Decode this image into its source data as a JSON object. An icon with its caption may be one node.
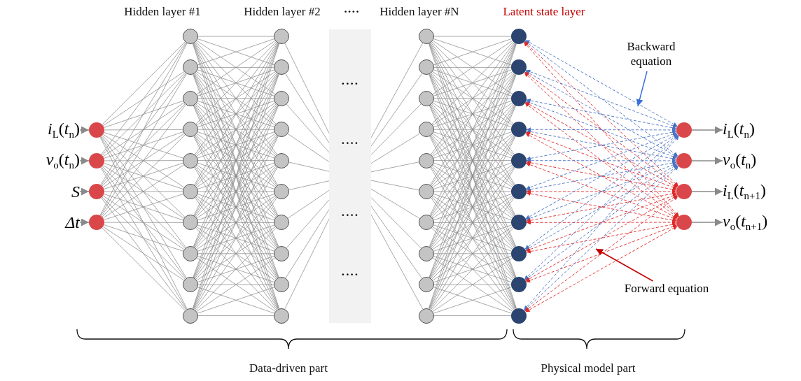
{
  "diagram": {
    "nodes": [
      {
        "text": [
          "*i*$_{L}$(*t*$_{n}$)"
        ]
      },
      {
        "text": [
          "*v*$_{o}$(*t*$_{n}$)"
        ]
      },
      {
        "text": [
          "*S*"
        ]
      },
      {
        "text": [
          "*Δt*"
        ]
      },
      {
        "text": [],
        "shape": "circle"
      },
      {
        "text": [],
        "shape": "circle"
      },
      {
        "text": [],
        "shape": "circle"
      },
      {
        "text": [],
        "shape": "circle"
      },
      {
        "text": [],
        "shape": "circle"
      },
      {
        "text": [],
        "shape": "circle"
      },
      {
        "text": [],
        "shape": "circle"
      },
      {
        "text": [],
        "shape": "circle"
      },
      {
        "text": [],
        "shape": "circle"
      },
      {
        "text": [],
        "shape": "circle"
      },
      {
        "text": [],
        "shape": "circle"
      },
      {
        "text": [],
        "shape": "circle"
      },
      {
        "text": [],
        "shape": "circle"
      },
      {
        "text": [],
        "shape": "circle"
      },
      {
        "text": [],
        "shape": "circle"
      },
      {
        "text": [],
        "shape": "circle"
      },
      {
        "text": [],
        "shape": "circle"
      },
      {
        "text": [],
        "shape": "circle"
      },
      {
        "text": [],
        "shape": "circle"
      },
      {
        "text": [],
        "shape": "circle"
      },
      {
        "text": [],
        "shape": "circle"
      },
      {
        "text": [],
        "shape": "circle"
      },
      {
        "text": [],
        "shape": "circle"
      },
      {
        "text": [],
        "shape": "circle"
      },
      {
        "text": [
          "····",
          "····",
          "····",
          "····"
        ]
      },
      {
        "text": [],
        "shape": "circle"
      },
      {
        "text": [],
        "shape": "circle"
      },
      {
        "text": [],
        "shape": "circle"
      },
      {
        "text": [],
        "shape": "circle"
      },
      {
        "text": [],
        "shape": "circle"
      },
      {
        "text": [],
        "shape": "circle"
      },
      {
        "text": [],
        "shape": "circle"
      },
      {
        "text": [],
        "shape": "circle"
      },
      {
        "text": [],
        "shape": "circle"
      },
      {
        "text": [],
        "shape": "circle"
      },
      {
        "text": [],
        "shape": "circle"
      },
      {
        "text": [],
        "shape": "circle"
      },
      {
        "text": [],
        "shape": "circle"
      },
      {
        "text": [],
        "shape": "circle"
      },
      {
        "text": [],
        "shape": "circle"
      },
      {
        "text": [],
        "shape": "circle"
      },
      {
        "text": [],
        "shape": "circle"
      },
      {
        "text": [],
        "shape": "circle"
      },
      {
        "text": [],
        "shape": "circle"
      },
      {
        "text": [],
        "shape": "circle"
      },
      {
        "text": [],
        "shape": "circle"
      },
      {
        "text": [],
        "shape": "circle"
      },
      {
        "text": [],
        "shape": "circle"
      },
      {
        "text": [],
        "shape": "circle"
      },
      {
        "text": [
          "*i*$_{L}$(*t*$_{n}$)"
        ]
      },
      {
        "text": [
          "*v*$_{o}$(*t*$_{n}$)"
        ]
      },
      {
        "text": [
          "*i*$_{L}$(*t*$_{n+1}$)"
        ]
      },
      {
        "text": [
          "*v*$_{o}$(*t*$_{n+1}$)"
        ]
      },
      {
        "text": [
          "Backward equation"
        ]
      },
      {
        "text": [
          "Forward equation"
        ]
      }
    ],
    "edges": [
      {
        "from": 0,
        "to": 4,
        "arrow": "to"
      },
      {
        "from": 1,
        "to": 5,
        "arrow": "to"
      },
      {
        "from": 2,
        "to": 6,
        "arrow": "to"
      },
      {
        "from": 3,
        "to": 7,
        "arrow": "to"
      },
      {
        "from": 4,
        "to": 8,
        "arrow": "none"
      },
      {
        "from": 4,
        "to": 9,
        "arrow": "none"
      },
      {
        "from": 4,
        "to": 10,
        "arrow": "none"
      },
      {
        "from": 4,
        "to": 11,
        "arrow": "none"
      },
      {
        "from": 4,
        "to": 12,
        "arrow": "none"
      },
      {
        "from": 4,
        "to": 13,
        "arrow": "none"
      },
      {
        "from": 4,
        "to": 14,
        "arrow": "none"
      },
      {
        "from": 4,
        "to": 15,
        "arrow": "none"
      },
      {
        "from": 4,
        "to": 16,
        "arrow": "none"
      },
      {
        "from": 4,
        "to": 17,
        "arrow": "none"
      },
      {
        "from": 5,
        "to": 8,
        "arrow": "none"
      },
      {
        "from": 5,
        "to": 9,
        "arrow": "none"
      },
      {
        "from": 5,
        "to": 10,
        "arrow": "none"
      },
      {
        "from": 5,
        "to": 11,
        "arrow": "none"
      },
      {
        "from": 5,
        "to": 12,
        "arrow": "none"
      },
      {
        "from": 5,
        "to": 13,
        "arrow": "none"
      },
      {
        "from": 5,
        "to": 14,
        "arrow": "none"
      },
      {
        "from": 5,
        "to": 15,
        "arrow": "none"
      },
      {
        "from": 5,
        "to": 16,
        "arrow": "none"
      },
      {
        "from": 5,
        "to": 17,
        "arrow": "none"
      },
      {
        "from": 6,
        "to": 8,
        "arrow": "none"
      },
      {
        "from": 6,
        "to": 9,
        "arrow": "none"
      },
      {
        "from": 6,
        "to": 10,
        "arrow": "none"
      },
      {
        "from": 6,
        "to": 11,
        "arrow": "none"
      },
      {
        "from": 6,
        "to": 12,
        "arrow": "none"
      },
      {
        "from": 6,
        "to": 13,
        "arrow": "none"
      },
      {
        "from": 6,
        "to": 14,
        "arrow": "none"
      },
      {
        "from": 6,
        "to": 15,
        "arrow": "none"
      },
      {
        "from": 6,
        "to": 16,
        "arrow": "none"
      },
      {
        "from": 6,
        "to": 17,
        "arrow": "none"
      },
      {
        "from": 7,
        "to": 8,
        "arrow": "none"
      },
      {
        "from": 7,
        "to": 9,
        "arrow": "none"
      },
      {
        "from": 7,
        "to": 10,
        "arrow": "none"
      },
      {
        "from": 7,
        "to": 11,
        "arrow": "none"
      },
      {
        "from": 7,
        "to": 12,
        "arrow": "none"
      },
      {
        "from": 7,
        "to": 13,
        "arrow": "none"
      },
      {
        "from": 7,
        "to": 14,
        "arrow": "none"
      },
      {
        "from": 7,
        "to": 15,
        "arrow": "none"
      },
      {
        "from": 7,
        "to": 16,
        "arrow": "none"
      },
      {
        "from": 7,
        "to": 17,
        "arrow": "none"
      },
      {
        "from": 8,
        "to": 18,
        "arrow": "none"
      },
      {
        "from": 8,
        "to": 19,
        "arrow": "none"
      },
      {
        "from": 8,
        "to": 20,
        "arrow": "none"
      },
      {
        "from": 8,
        "to": 21,
        "arrow": "none"
      },
      {
        "from": 8,
        "to": 22,
        "arrow": "none"
      },
      {
        "from": 8,
        "to": 23,
        "arrow": "none"
      },
      {
        "from": 8,
        "to": 24,
        "arrow": "none"
      },
      {
        "from": 8,
        "to": 25,
        "arrow": "none"
      },
      {
        "from": 8,
        "to": 26,
        "arrow": "none"
      },
      {
        "from": 8,
        "to": 27,
        "arrow": "none"
      },
      {
        "from": 9,
        "to": 18,
        "arrow": "none"
      },
      {
        "from": 9,
        "to": 19,
        "arrow": "none"
      },
      {
        "from": 9,
        "to": 20,
        "arrow": "none"
      },
      {
        "from": 9,
        "to": 21,
        "arrow": "none"
      },
      {
        "from": 9,
        "to": 22,
        "arrow": "none"
      },
      {
        "from": 9,
        "to": 23,
        "arrow": "none"
      },
      {
        "from": 9,
        "to": 24,
        "arrow": "none"
      },
      {
        "from": 9,
        "to": 25,
        "arrow": "none"
      },
      {
        "from": 9,
        "to": 26,
        "arrow": "none"
      },
      {
        "from": 9,
        "to": 27,
        "arrow": "none"
      },
      {
        "from": 10,
        "to": 18,
        "arrow": "none"
      },
      {
        "from": 10,
        "to": 19,
        "arrow": "none"
      },
      {
        "from": 10,
        "to": 20,
        "arrow": "none"
      },
      {
        "from": 10,
        "to": 21,
        "arrow": "none"
      },
      {
        "from": 10,
        "to": 22,
        "arrow": "none"
      },
      {
        "from": 10,
        "to": 23,
        "arrow": "none"
      },
      {
        "from": 10,
        "to": 24,
        "arrow": "none"
      },
      {
        "from": 10,
        "to": 25,
        "arrow": "none"
      },
      {
        "from": 10,
        "to": 26,
        "arrow": "none"
      },
      {
        "from": 10,
        "to": 27,
        "arrow": "none"
      },
      {
        "from": 11,
        "to": 18,
        "arrow": "none"
      },
      {
        "from": 11,
        "to": 19,
        "arrow": "none"
      },
      {
        "from": 11,
        "to": 20,
        "arrow": "none"
      },
      {
        "from": 11,
        "to": 21,
        "arrow": "none"
      },
      {
        "from": 11,
        "to": 22,
        "arrow": "none"
      },
      {
        "from": 11,
        "to": 23,
        "arrow": "none"
      },
      {
        "from": 11,
        "to": 24,
        "arrow": "none"
      },
      {
        "from": 11,
        "to": 25,
        "arrow": "none"
      },
      {
        "from": 11,
        "to": 26,
        "arrow": "none"
      },
      {
        "from": 11,
        "to": 27,
        "arrow": "none"
      },
      {
        "from": 12,
        "to": 18,
        "arrow": "none"
      },
      {
        "from": 12,
        "to": 19,
        "arrow": "none"
      },
      {
        "from": 12,
        "to": 20,
        "arrow": "none"
      },
      {
        "from": 12,
        "to": 21,
        "arrow": "none"
      },
      {
        "from": 12,
        "to": 22,
        "arrow": "none"
      },
      {
        "from": 12,
        "to": 23,
        "arrow": "none"
      },
      {
        "from": 12,
        "to": 24,
        "arrow": "none"
      },
      {
        "from": 12,
        "to": 25,
        "arrow": "none"
      },
      {
        "from": 12,
        "to": 26,
        "arrow": "none"
      },
      {
        "from": 12,
        "to": 27,
        "arrow": "none"
      },
      {
        "from": 13,
        "to": 18,
        "arrow": "none"
      },
      {
        "from": 13,
        "to": 19,
        "arrow": "none"
      },
      {
        "from": 13,
        "to": 20,
        "arrow": "none"
      },
      {
        "from": 13,
        "to": 21,
        "arrow": "none"
      },
      {
        "from": 13,
        "to": 22,
        "arrow": "none"
      },
      {
        "from": 13,
        "to": 23,
        "arrow": "none"
      },
      {
        "from": 13,
        "to": 24,
        "arrow": "none"
      },
      {
        "from": 13,
        "to": 25,
        "arrow": "none"
      },
      {
        "from": 13,
        "to": 26,
        "arrow": "none"
      },
      {
        "from": 13,
        "to": 27,
        "arrow": "none"
      },
      {
        "from": 14,
        "to": 18,
        "arrow": "none"
      },
      {
        "from": 14,
        "to": 19,
        "arrow": "none"
      },
      {
        "from": 14,
        "to": 20,
        "arrow": "none"
      },
      {
        "from": 14,
        "to": 21,
        "arrow": "none"
      },
      {
        "from": 14,
        "to": 22,
        "arrow": "none"
      },
      {
        "from": 14,
        "to": 23,
        "arrow": "none"
      },
      {
        "from": 14,
        "to": 24,
        "arrow": "none"
      },
      {
        "from": 14,
        "to": 25,
        "arrow": "none"
      },
      {
        "from": 14,
        "to": 26,
        "arrow": "none"
      },
      {
        "from": 14,
        "to": 27,
        "arrow": "none"
      },
      {
        "from": 15,
        "to": 18,
        "arrow": "none"
      },
      {
        "from": 15,
        "to": 19,
        "arrow": "none"
      },
      {
        "from": 15,
        "to": 20,
        "arrow": "none"
      },
      {
        "from": 15,
        "to": 21,
        "arrow": "none"
      },
      {
        "from": 15,
        "to": 22,
        "arrow": "none"
      },
      {
        "from": 15,
        "to": 23,
        "arrow": "none"
      },
      {
        "from": 15,
        "to": 24,
        "arrow": "none"
      },
      {
        "from": 15,
        "to": 25,
        "arrow": "none"
      },
      {
        "from": 15,
        "to": 26,
        "arrow": "none"
      },
      {
        "from": 15,
        "to": 27,
        "arrow": "none"
      },
      {
        "from": 16,
        "to": 18,
        "arrow": "none"
      },
      {
        "from": 16,
        "to": 19,
        "arrow": "none"
      },
      {
        "from": 16,
        "to": 20,
        "arrow": "none"
      },
      {
        "from": 16,
        "to": 21,
        "arrow": "none"
      },
      {
        "from": 16,
        "to": 22,
        "arrow": "none"
      },
      {
        "from": 16,
        "to": 23,
        "arrow": "none"
      },
      {
        "from": 16,
        "to": 24,
        "arrow": "none"
      },
      {
        "from": 16,
        "to": 25,
        "arrow": "none"
      },
      {
        "from": 16,
        "to": 26,
        "arrow": "none"
      },
      {
        "from": 16,
        "to": 27,
        "arrow": "none"
      },
      {
        "from": 17,
        "to": 18,
        "arrow": "none"
      },
      {
        "from": 17,
        "to": 19,
        "arrow": "none"
      },
      {
        "from": 17,
        "to": 20,
        "arrow": "none"
      },
      {
        "from": 17,
        "to": 21,
        "arrow": "none"
      },
      {
        "from": 17,
        "to": 22,
        "arrow": "none"
      },
      {
        "from": 17,
        "to": 23,
        "arrow": "none"
      },
      {
        "from": 17,
        "to": 24,
        "arrow": "none"
      },
      {
        "from": 17,
        "to": 25,
        "arrow": "none"
      },
      {
        "from": 17,
        "to": 26,
        "arrow": "none"
      },
      {
        "from": 17,
        "to": 27,
        "arrow": "none"
      },
      {
        "from": 18,
        "to": 28,
        "arrow": "none"
      },
      {
        "from": 19,
        "to": 28,
        "arrow": "none"
      },
      {
        "from": 20,
        "to": 28,
        "arrow": "none"
      },
      {
        "from": 21,
        "to": 28,
        "arrow": "none"
      },
      {
        "from": 22,
        "to": 28,
        "arrow": "none"
      },
      {
        "from": 23,
        "to": 28,
        "arrow": "none"
      },
      {
        "from": 24,
        "to": 28,
        "arrow": "none"
      },
      {
        "from": 25,
        "to": 28,
        "arrow": "none"
      },
      {
        "from": 26,
        "to": 28,
        "arrow": "none"
      },
      {
        "from": 27,
        "to": 28,
        "arrow": "none"
      },
      {
        "from": 28,
        "to": 29,
        "arrow": "none"
      },
      {
        "from": 28,
        "to": 30,
        "arrow": "none"
      },
      {
        "from": 28,
        "to": 31,
        "arrow": "none"
      },
      {
        "from": 28,
        "to": 32,
        "arrow": "none"
      },
      {
        "from": 28,
        "to": 33,
        "arrow": "none"
      },
      {
        "from": 28,
        "to": 34,
        "arrow": "none"
      },
      {
        "from": 28,
        "to": 35,
        "arrow": "none"
      },
      {
        "from": 28,
        "to": 36,
        "arrow": "none"
      },
      {
        "from": 28,
        "to": 37,
        "arrow": "none"
      },
      {
        "from": 28,
        "to": 38,
        "arrow": "none"
      },
      {
        "from": 29,
        "to": 39,
        "arrow": "none"
      },
      {
        "from": 29,
        "to": 40,
        "arrow": "none"
      },
      {
        "from": 29,
        "to": 41,
        "arrow": "none"
      },
      {
        "from": 29,
        "to": 42,
        "arrow": "none"
      },
      {
        "from": 29,
        "to": 43,
        "arrow": "none"
      },
      {
        "from": 29,
        "to": 44,
        "arrow": "none"
      },
      {
        "from": 29,
        "to": 45,
        "arrow": "none"
      },
      {
        "from": 29,
        "to": 46,
        "arrow": "none"
      },
      {
        "from": 29,
        "to": 47,
        "arrow": "none"
      },
      {
        "from": 29,
        "to": 48,
        "arrow": "none"
      },
      {
        "from": 30,
        "to": 39,
        "arrow": "none"
      },
      {
        "from": 30,
        "to": 40,
        "arrow": "none"
      },
      {
        "from": 30,
        "to": 41,
        "arrow": "none"
      },
      {
        "from": 30,
        "to": 42,
        "arrow": "none"
      },
      {
        "from": 30,
        "to": 43,
        "arrow": "none"
      },
      {
        "from": 30,
        "to": 44,
        "arrow": "none"
      },
      {
        "from": 30,
        "to": 45,
        "arrow": "none"
      },
      {
        "from": 30,
        "to": 46,
        "arrow": "none"
      },
      {
        "from": 30,
        "to": 47,
        "arrow": "none"
      },
      {
        "from": 30,
        "to": 48,
        "arrow": "none"
      },
      {
        "from": 31,
        "to": 39,
        "arrow": "none"
      },
      {
        "from": 31,
        "to": 40,
        "arrow": "none"
      },
      {
        "from": 31,
        "to": 41,
        "arrow": "none"
      },
      {
        "from": 31,
        "to": 42,
        "arrow": "none"
      },
      {
        "from": 31,
        "to": 43,
        "arrow": "none"
      },
      {
        "from": 31,
        "to": 44,
        "arrow": "none"
      },
      {
        "from": 31,
        "to": 45,
        "arrow": "none"
      },
      {
        "from": 31,
        "to": 46,
        "arrow": "none"
      },
      {
        "from": 31,
        "to": 47,
        "arrow": "none"
      },
      {
        "from": 31,
        "to": 48,
        "arrow": "none"
      },
      {
        "from": 32,
        "to": 39,
        "arrow": "none"
      },
      {
        "from": 32,
        "to": 40,
        "arrow": "none"
      },
      {
        "from": 32,
        "to": 41,
        "arrow": "none"
      },
      {
        "from": 32,
        "to": 42,
        "arrow": "none"
      },
      {
        "from": 32,
        "to": 43,
        "arrow": "none"
      },
      {
        "from": 32,
        "to": 44,
        "arrow": "none"
      },
      {
        "from": 32,
        "to": 45,
        "arrow": "none"
      },
      {
        "from": 32,
        "to": 46,
        "arrow": "none"
      },
      {
        "from": 32,
        "to": 47,
        "arrow": "none"
      },
      {
        "from": 32,
        "to": 48,
        "arrow": "none"
      },
      {
        "from": 33,
        "to": 39,
        "arrow": "none"
      },
      {
        "from": 33,
        "to": 40,
        "arrow": "none"
      },
      {
        "from": 33,
        "to": 41,
        "arrow": "none"
      },
      {
        "from": 33,
        "to": 42,
        "arrow": "none"
      },
      {
        "from": 33,
        "to": 43,
        "arrow": "none"
      },
      {
        "from": 33,
        "to": 44,
        "arrow": "none"
      },
      {
        "from": 33,
        "to": 45,
        "arrow": "none"
      },
      {
        "from": 33,
        "to": 46,
        "arrow": "none"
      },
      {
        "from": 33,
        "to": 47,
        "arrow": "none"
      },
      {
        "from": 33,
        "to": 48,
        "arrow": "none"
      },
      {
        "from": 34,
        "to": 39,
        "arrow": "none"
      },
      {
        "from": 34,
        "to": 40,
        "arrow": "none"
      },
      {
        "from": 34,
        "to": 41,
        "arrow": "none"
      },
      {
        "from": 34,
        "to": 42,
        "arrow": "none"
      },
      {
        "from": 34,
        "to": 43,
        "arrow": "none"
      },
      {
        "from": 34,
        "to": 44,
        "arrow": "none"
      },
      {
        "from": 34,
        "to": 45,
        "arrow": "none"
      },
      {
        "from": 34,
        "to": 46,
        "arrow": "none"
      },
      {
        "from": 34,
        "to": 47,
        "arrow": "none"
      },
      {
        "from": 34,
        "to": 48,
        "arrow": "none"
      },
      {
        "from": 35,
        "to": 39,
        "arrow": "none"
      },
      {
        "from": 35,
        "to": 40,
        "arrow": "none"
      },
      {
        "from": 35,
        "to": 41,
        "arrow": "none"
      },
      {
        "from": 35,
        "to": 42,
        "arrow": "none"
      },
      {
        "from": 35,
        "to": 43,
        "arrow": "none"
      },
      {
        "from": 35,
        "to": 44,
        "arrow": "none"
      },
      {
        "from": 35,
        "to": 45,
        "arrow": "none"
      },
      {
        "from": 35,
        "to": 46,
        "arrow": "none"
      },
      {
        "from": 35,
        "to": 47,
        "arrow": "none"
      },
      {
        "from": 35,
        "to": 48,
        "arrow": "none"
      },
      {
        "from": 36,
        "to": 39,
        "arrow": "none"
      },
      {
        "from": 36,
        "to": 40,
        "arrow": "none"
      },
      {
        "from": 36,
        "to": 41,
        "arrow": "none"
      },
      {
        "from": 36,
        "to": 42,
        "arrow": "none"
      },
      {
        "from": 36,
        "to": 43,
        "arrow": "none"
      },
      {
        "from": 36,
        "to": 44,
        "arrow": "none"
      },
      {
        "from": 36,
        "to": 45,
        "arrow": "none"
      },
      {
        "from": 36,
        "to": 46,
        "arrow": "none"
      },
      {
        "from": 36,
        "to": 47,
        "arrow": "none"
      },
      {
        "from": 36,
        "to": 48,
        "arrow": "none"
      },
      {
        "from": 37,
        "to": 39,
        "arrow": "none"
      },
      {
        "from": 37,
        "to": 40,
        "arrow": "none"
      },
      {
        "from": 37,
        "to": 41,
        "arrow": "none"
      },
      {
        "from": 37,
        "to": 42,
        "arrow": "none"
      },
      {
        "from": 37,
        "to": 43,
        "arrow": "none"
      },
      {
        "from": 37,
        "to": 44,
        "arrow": "none"
      },
      {
        "from": 37,
        "to": 45,
        "arrow": "none"
      },
      {
        "from": 37,
        "to": 46,
        "arrow": "none"
      },
      {
        "from": 37,
        "to": 47,
        "arrow": "none"
      },
      {
        "from": 37,
        "to": 48,
        "arrow": "none"
      },
      {
        "from": 38,
        "to": 39,
        "arrow": "none"
      },
      {
        "from": 38,
        "to": 40,
        "arrow": "none"
      },
      {
        "from": 38,
        "to": 41,
        "arrow": "none"
      },
      {
        "from": 38,
        "to": 42,
        "arrow": "none"
      },
      {
        "from": 38,
        "to": 43,
        "arrow": "none"
      },
      {
        "from": 38,
        "to": 44,
        "arrow": "none"
      },
      {
        "from": 38,
        "to": 45,
        "arrow": "none"
      },
      {
        "from": 38,
        "to": 46,
        "arrow": "none"
      },
      {
        "from": 38,
        "to": 47,
        "arrow": "none"
      },
      {
        "from": 38,
        "to": 48,
        "arrow": "none"
      },
      {
        "from": 39,
        "to": 49,
        "arrow": "both",
        "style": "dashed",
        "color": "#4a72c4"
      },
      {
        "from": 39,
        "to": 50,
        "arrow": "both",
        "style": "dashed",
        "color": "#4a72c4"
      },
      {
        "from": 39,
        "to": 51,
        "arrow": "both",
        "style": "dashed",
        "color": "#e02828"
      },
      {
        "from": 39,
        "to": 52,
        "arrow": "both",
        "style": "dashed",
        "color": "#e02828"
      },
      {
        "from": 40,
        "to": 49,
        "arrow": "both",
        "style": "dashed",
        "color": "#4a72c4"
      },
      {
        "from": 40,
        "to": 50,
        "arrow": "both",
        "style": "dashed",
        "color": "#4a72c4"
      },
      {
        "from": 40,
        "to": 51,
        "arrow": "both",
        "style": "dashed",
        "color": "#e02828"
      },
      {
        "from": 40,
        "to": 52,
        "arrow": "both",
        "style": "dashed",
        "color": "#e02828"
      },
      {
        "from": 41,
        "to": 49,
        "arrow": "both",
        "style": "dashed",
        "color": "#4a72c4"
      },
      {
        "from": 41,
        "to": 50,
        "arrow": "both",
        "style": "dashed",
        "color": "#4a72c4"
      },
      {
        "from": 41,
        "to": 51,
        "arrow": "both",
        "style": "dashed",
        "color": "#e02828"
      },
      {
        "from": 41,
        "to": 52,
        "arrow": "both",
        "style": "dashed",
        "color": "#e02828"
      },
      {
        "from": 42,
        "to": 49,
        "arrow": "both",
        "style": "dashed",
        "color": "#4a72c4"
      },
      {
        "from": 42,
        "to": 50,
        "arrow": "both",
        "style": "dashed",
        "color": "#4a72c4"
      },
      {
        "from": 42,
        "to": 51,
        "arrow": "both",
        "style": "dashed",
        "color": "#e02828"
      },
      {
        "from": 42,
        "to": 52,
        "arrow": "both",
        "style": "dashed",
        "color": "#e02828"
      },
      {
        "from": 43,
        "to": 49,
        "arrow": "both",
        "style": "dashed",
        "color": "#4a72c4"
      },
      {
        "from": 43,
        "to": 50,
        "arrow": "both",
        "style": "dashed",
        "color": "#4a72c4"
      },
      {
        "from": 43,
        "to": 51,
        "arrow": "both",
        "style": "dashed",
        "color": "#e02828"
      },
      {
        "from": 43,
        "to": 52,
        "arrow": "both",
        "style": "dashed",
        "color": "#e02828"
      },
      {
        "from": 44,
        "to": 49,
        "arrow": "both",
        "style": "dashed",
        "color": "#4a72c4"
      },
      {
        "from": 44,
        "to": 50,
        "arrow": "both",
        "style": "dashed",
        "color": "#4a72c4"
      },
      {
        "from": 44,
        "to": 51,
        "arrow": "both",
        "style": "dashed",
        "color": "#e02828"
      },
      {
        "from": 44,
        "to": 52,
        "arrow": "both",
        "style": "dashed",
        "color": "#e02828"
      },
      {
        "from": 45,
        "to": 49,
        "arrow": "both",
        "style": "dashed",
        "color": "#4a72c4"
      },
      {
        "from": 45,
        "to": 50,
        "arrow": "both",
        "style": "dashed",
        "color": "#4a72c4"
      },
      {
        "from": 45,
        "to": 51,
        "arrow": "both",
        "style": "dashed",
        "color": "#e02828"
      },
      {
        "from": 45,
        "to": 52,
        "arrow": "both",
        "style": "dashed",
        "color": "#e02828"
      },
      {
        "from": 46,
        "to": 49,
        "arrow": "both",
        "style": "dashed",
        "color": "#4a72c4"
      },
      {
        "from": 46,
        "to": 50,
        "arrow": "both",
        "style": "dashed",
        "color": "#4a72c4"
      },
      {
        "from": 46,
        "to": 51,
        "arrow": "both",
        "style": "dashed",
        "color": "#e02828"
      },
      {
        "from": 46,
        "to": 52,
        "arrow": "both",
        "style": "dashed",
        "color": "#e02828"
      },
      {
        "from": 47,
        "to": 49,
        "arrow": "both",
        "style": "dashed",
        "color": "#4a72c4"
      },
      {
        "from": 47,
        "to": 50,
        "arrow": "both",
        "style": "dashed",
        "color": "#4a72c4"
      },
      {
        "from": 47,
        "to": 51,
        "arrow": "both",
        "style": "dashed",
        "color": "#e02828"
      },
      {
        "from": 47,
        "to": 52,
        "arrow": "both",
        "style": "dashed",
        "color": "#e02828"
      },
      {
        "from": 48,
        "to": 49,
        "arrow": "both",
        "style": "dashed",
        "color": "#4a72c4"
      },
      {
        "from": 48,
        "to": 50,
        "arrow": "both",
        "style": "dashed",
        "color": "#4a72c4"
      },
      {
        "from": 48,
        "to": 51,
        "arrow": "both",
        "style": "dashed",
        "color": "#e02828"
      },
      {
        "from": 48,
        "to": 52,
        "arrow": "both",
        "style": "dashed",
        "color": "#e02828"
      },
      {
        "from": 49,
        "to": 53,
        "arrow": "to"
      },
      {
        "from": 50,
        "to": 54,
        "arrow": "to"
      },
      {
        "from": 51,
        "to": 55,
        "arrow": "to"
      },
      {
        "from": 52,
        "to": 56,
        "arrow": "to"
      },
      {
        "from": 57,
        "to": null,
        "arrow": "to",
        "color": "#3a6fd8"
      },
      {
        "from": 58,
        "to": null,
        "arrow": "to",
        "color": "#c00000"
      }
    ],
    "labels": [
      "Hidden layer #1",
      "Hidden layer #2",
      "····",
      "Hidden layer #N",
      "Latent state layer",
      "Data-driven part",
      "Physical model part"
    ]
  }
}
